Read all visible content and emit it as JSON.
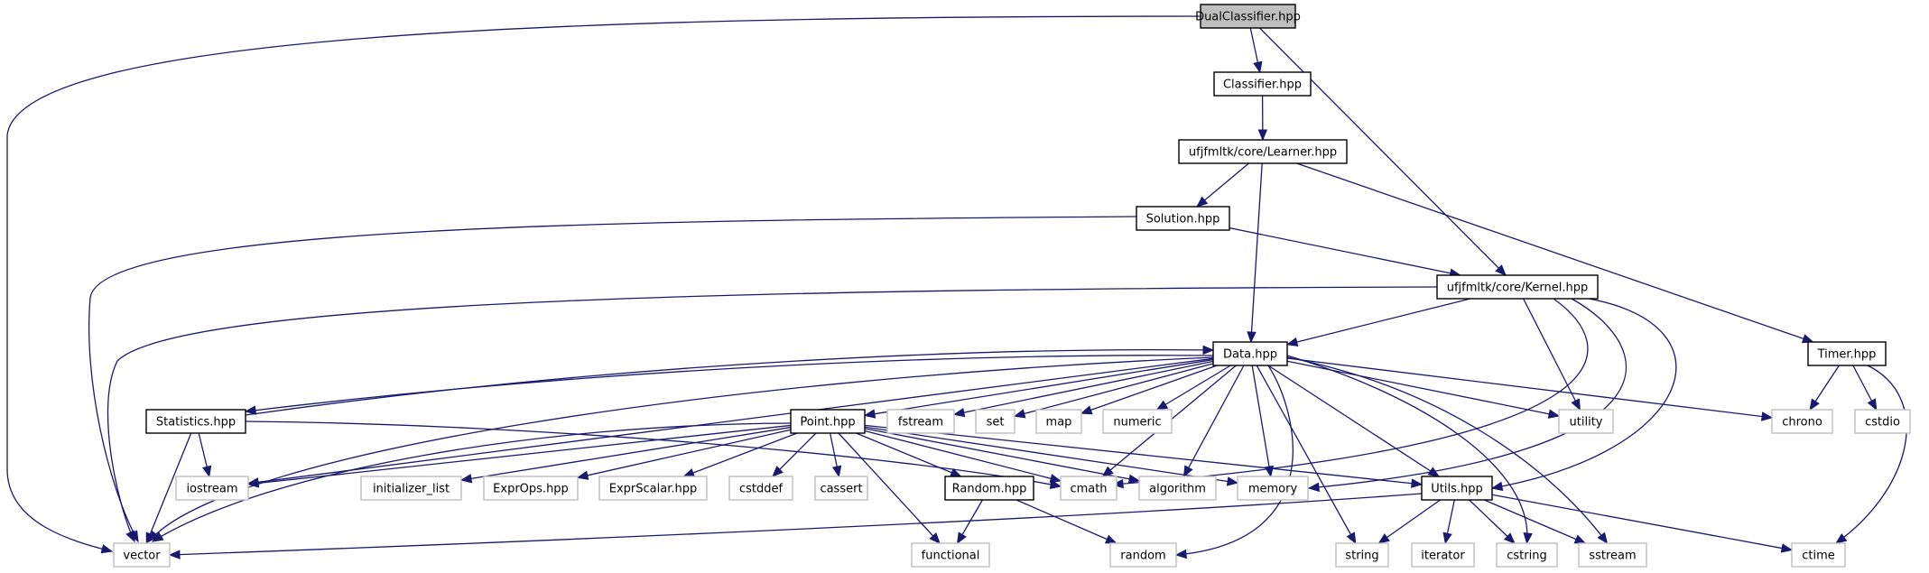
{
  "title": "DualClassifier.hpp include dependency graph",
  "colors": {
    "edge": "#191970",
    "root_fill": "#bfbfbf",
    "node_border": "#000000",
    "external_border": "#bfbfbf"
  },
  "nodes": [
    {
      "id": "dualclassifier",
      "label": "DualClassifier.hpp",
      "kind": "root"
    },
    {
      "id": "classifier",
      "label": "Classifier.hpp",
      "kind": "main"
    },
    {
      "id": "learner",
      "label": "ufjfmltk/core/Learner.hpp",
      "kind": "main"
    },
    {
      "id": "solution",
      "label": "Solution.hpp",
      "kind": "main"
    },
    {
      "id": "kernel",
      "label": "ufjfmltk/core/Kernel.hpp",
      "kind": "main"
    },
    {
      "id": "data",
      "label": "Data.hpp",
      "kind": "main"
    },
    {
      "id": "timer",
      "label": "Timer.hpp",
      "kind": "main"
    },
    {
      "id": "statistics",
      "label": "Statistics.hpp",
      "kind": "main"
    },
    {
      "id": "point",
      "label": "Point.hpp",
      "kind": "main"
    },
    {
      "id": "random_hpp",
      "label": "Random.hpp",
      "kind": "main"
    },
    {
      "id": "utils",
      "label": "Utils.hpp",
      "kind": "main"
    },
    {
      "id": "fstream",
      "label": "fstream",
      "kind": "ext"
    },
    {
      "id": "set",
      "label": "set",
      "kind": "ext"
    },
    {
      "id": "map",
      "label": "map",
      "kind": "ext"
    },
    {
      "id": "numeric",
      "label": "numeric",
      "kind": "ext"
    },
    {
      "id": "utility",
      "label": "utility",
      "kind": "ext"
    },
    {
      "id": "chrono",
      "label": "chrono",
      "kind": "ext"
    },
    {
      "id": "cstdio",
      "label": "cstdio",
      "kind": "ext"
    },
    {
      "id": "iostream",
      "label": "iostream",
      "kind": "ext"
    },
    {
      "id": "initializer_list",
      "label": "initializer_list",
      "kind": "ext"
    },
    {
      "id": "exprops",
      "label": "ExprOps.hpp",
      "kind": "ext"
    },
    {
      "id": "exprscalar",
      "label": "ExprScalar.hpp",
      "kind": "ext"
    },
    {
      "id": "cstddef",
      "label": "cstddef",
      "kind": "ext"
    },
    {
      "id": "cassert",
      "label": "cassert",
      "kind": "ext"
    },
    {
      "id": "cmath",
      "label": "cmath",
      "kind": "ext"
    },
    {
      "id": "algorithm",
      "label": "algorithm",
      "kind": "ext"
    },
    {
      "id": "memory",
      "label": "memory",
      "kind": "ext"
    },
    {
      "id": "vector",
      "label": "vector",
      "kind": "ext"
    },
    {
      "id": "functional",
      "label": "functional",
      "kind": "ext"
    },
    {
      "id": "random",
      "label": "random",
      "kind": "ext"
    },
    {
      "id": "string",
      "label": "string",
      "kind": "ext"
    },
    {
      "id": "iterator",
      "label": "iterator",
      "kind": "ext"
    },
    {
      "id": "cstring",
      "label": "cstring",
      "kind": "ext"
    },
    {
      "id": "sstream",
      "label": "sstream",
      "kind": "ext"
    },
    {
      "id": "ctime",
      "label": "ctime",
      "kind": "ext"
    }
  ],
  "edges": [
    [
      "dualclassifier",
      "vector"
    ],
    [
      "dualclassifier",
      "classifier"
    ],
    [
      "dualclassifier",
      "kernel"
    ],
    [
      "classifier",
      "learner"
    ],
    [
      "learner",
      "solution"
    ],
    [
      "learner",
      "data"
    ],
    [
      "learner",
      "timer"
    ],
    [
      "solution",
      "vector"
    ],
    [
      "solution",
      "kernel"
    ],
    [
      "kernel",
      "vector"
    ],
    [
      "kernel",
      "data"
    ],
    [
      "kernel",
      "utility"
    ],
    [
      "kernel",
      "cmath"
    ],
    [
      "kernel",
      "memory"
    ],
    [
      "kernel",
      "utils"
    ],
    [
      "timer",
      "chrono"
    ],
    [
      "timer",
      "cstdio"
    ],
    [
      "timer",
      "ctime"
    ],
    [
      "data",
      "statistics"
    ],
    [
      "data",
      "point"
    ],
    [
      "data",
      "fstream"
    ],
    [
      "data",
      "set"
    ],
    [
      "data",
      "map"
    ],
    [
      "data",
      "numeric"
    ],
    [
      "data",
      "utility"
    ],
    [
      "data",
      "chrono"
    ],
    [
      "data",
      "iostream"
    ],
    [
      "data",
      "vector"
    ],
    [
      "data",
      "cmath"
    ],
    [
      "data",
      "algorithm"
    ],
    [
      "data",
      "memory"
    ],
    [
      "data",
      "random"
    ],
    [
      "data",
      "string"
    ],
    [
      "data",
      "utils"
    ],
    [
      "data",
      "cstring"
    ],
    [
      "data",
      "sstream"
    ],
    [
      "statistics",
      "data"
    ],
    [
      "statistics",
      "iostream"
    ],
    [
      "statistics",
      "vector"
    ],
    [
      "statistics",
      "cmath"
    ],
    [
      "point",
      "iostream"
    ],
    [
      "point",
      "vector"
    ],
    [
      "point",
      "initializer_list"
    ],
    [
      "point",
      "exprops"
    ],
    [
      "point",
      "exprscalar"
    ],
    [
      "point",
      "cstddef"
    ],
    [
      "point",
      "cassert"
    ],
    [
      "point",
      "functional"
    ],
    [
      "point",
      "random_hpp"
    ],
    [
      "point",
      "cmath"
    ],
    [
      "point",
      "algorithm"
    ],
    [
      "point",
      "memory"
    ],
    [
      "point",
      "utils"
    ],
    [
      "random_hpp",
      "functional"
    ],
    [
      "random_hpp",
      "random"
    ],
    [
      "utils",
      "vector"
    ],
    [
      "utils",
      "string"
    ],
    [
      "utils",
      "iterator"
    ],
    [
      "utils",
      "cstring"
    ],
    [
      "utils",
      "sstream"
    ],
    [
      "utils",
      "ctime"
    ]
  ]
}
